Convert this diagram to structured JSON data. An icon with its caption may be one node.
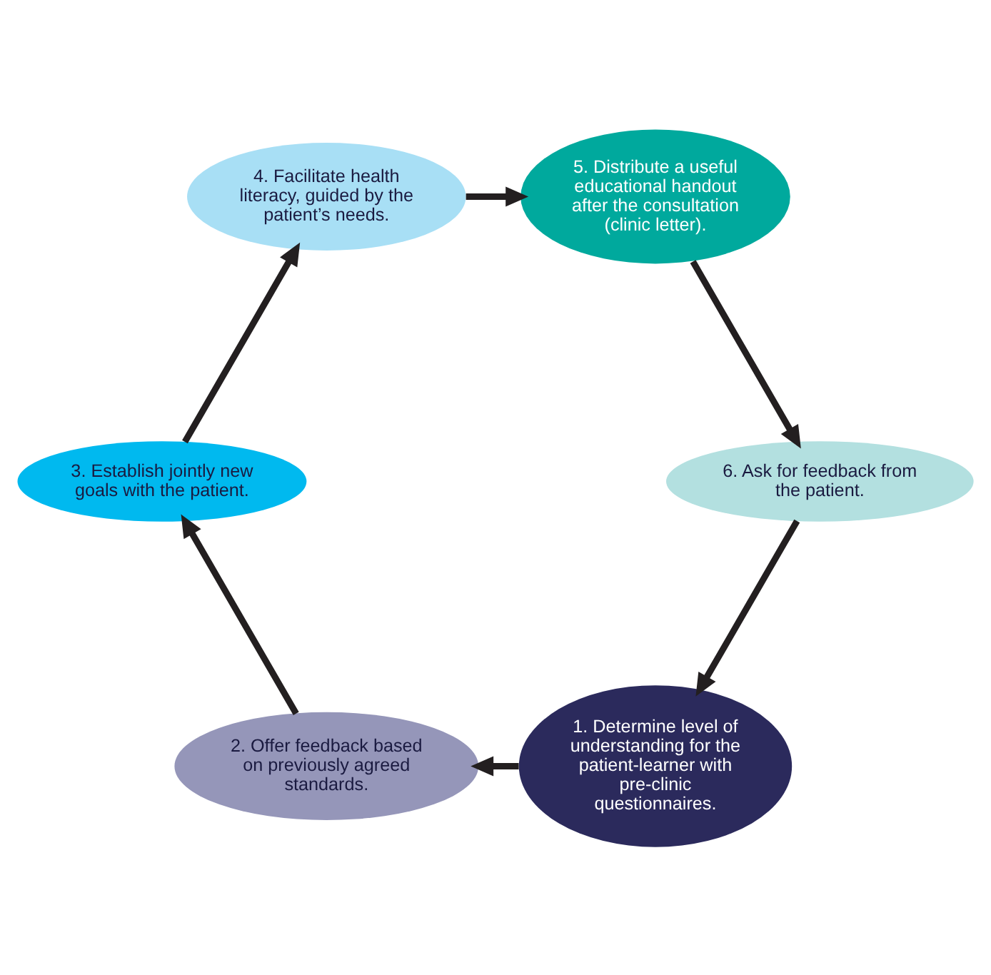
{
  "diagram": {
    "nodes": [
      {
        "text": [
          "1. Determine level of understanding for the patient-learner with pre-clinic questionnaires."
        ]
      },
      {
        "text": [
          "2. Offer feedback based on previously agreed standards."
        ]
      },
      {
        "text": [
          "3. Establish jointly new goals with the patient."
        ]
      },
      {
        "text": [
          "4. Facilitate health literacy, guided by the patient’s needs."
        ]
      },
      {
        "text": [
          "5. Distribute a useful educational handout after the consultation (clinic letter)."
        ]
      },
      {
        "text": [
          "6. Ask for feedback from the patient."
        ]
      }
    ],
    "edges": [
      {
        "from": 0,
        "to": 1,
        "arrow": "to"
      },
      {
        "from": 1,
        "to": 2,
        "arrow": "to"
      },
      {
        "from": 2,
        "to": 3,
        "arrow": "to"
      },
      {
        "from": 3,
        "to": 4,
        "arrow": "to"
      },
      {
        "from": 4,
        "to": 5,
        "arrow": "to"
      },
      {
        "from": 5,
        "to": 0,
        "arrow": "to"
      }
    ]
  }
}
